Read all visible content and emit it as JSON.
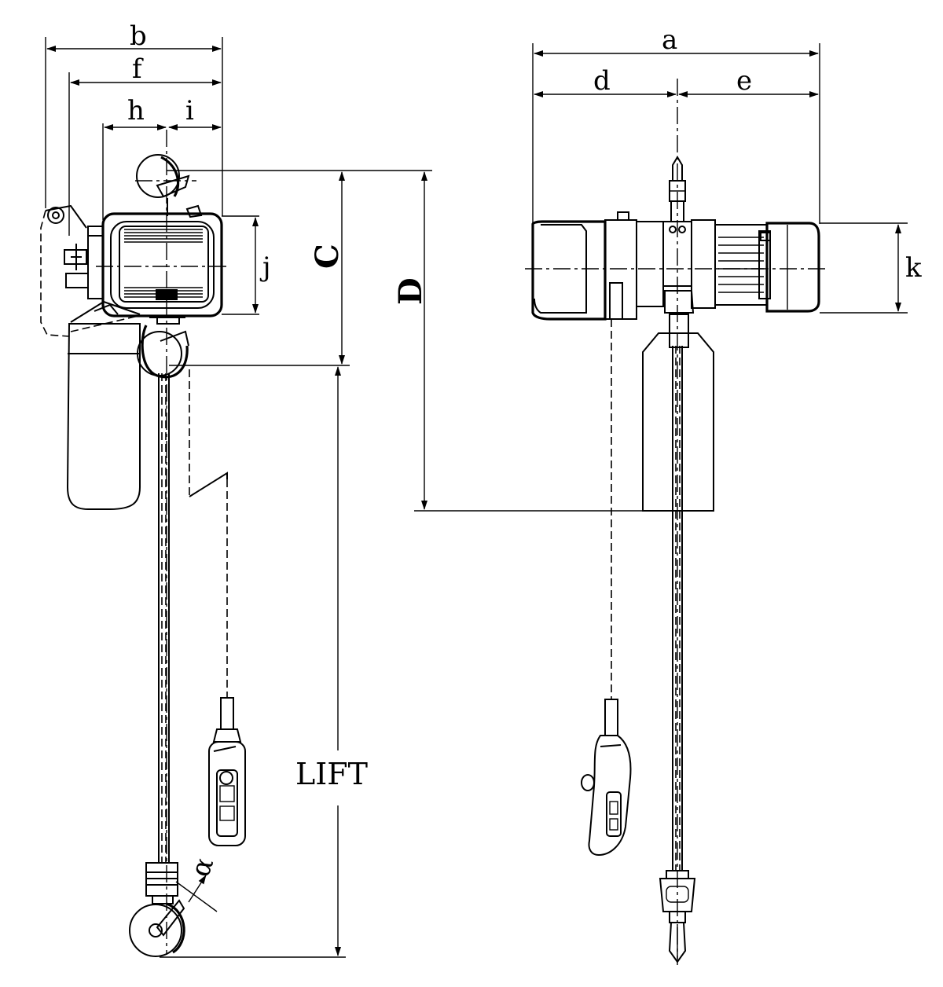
{
  "figure": {
    "side_view": {
      "dimensions": {
        "b": "b",
        "f": "f",
        "h": "h",
        "i": "i",
        "j": "j",
        "C": "C",
        "D": "D",
        "LIFT": "LIFT",
        "alpha": "α"
      }
    },
    "front_view": {
      "dimensions": {
        "a": "a",
        "d": "d",
        "e": "e",
        "k": "k"
      }
    }
  }
}
